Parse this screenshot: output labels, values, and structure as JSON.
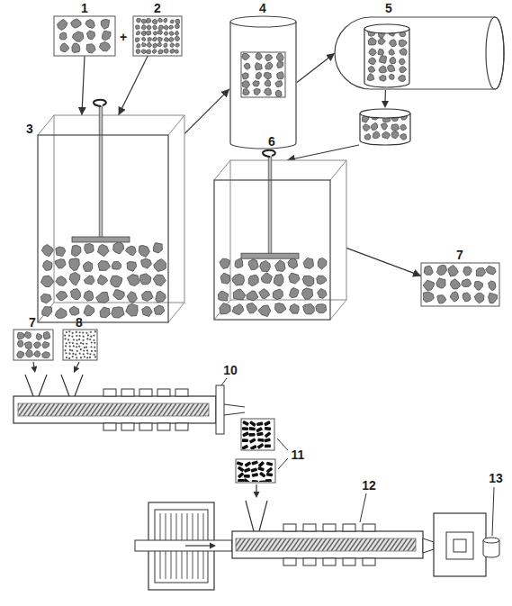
{
  "diagram": {
    "nodes": [
      {
        "text": [
          "1"
        ]
      },
      {
        "text": [
          "2"
        ]
      },
      {
        "text": [
          "3"
        ]
      },
      {
        "text": [
          "4"
        ]
      },
      {
        "text": [
          "5"
        ]
      },
      {
        "text": [
          "6"
        ]
      },
      {
        "text": [
          "7"
        ]
      }
    ],
    "edges": [
      {
        "from": 0,
        "to": 2,
        "arrow": "to"
      },
      {
        "from": 1,
        "to": 2,
        "arrow": "to"
      },
      {
        "from": 2,
        "to": 3,
        "arrow": "to"
      },
      {
        "from": 3,
        "to": 4,
        "arrow": "to"
      },
      {
        "from": 4,
        "to": 5,
        "arrow": "to"
      },
      {
        "from": 5,
        "to": 6,
        "arrow": "to"
      }
    ],
    "labels": [
      "+",
      "7",
      "8",
      "10",
      "11",
      "12",
      "13"
    ]
  }
}
